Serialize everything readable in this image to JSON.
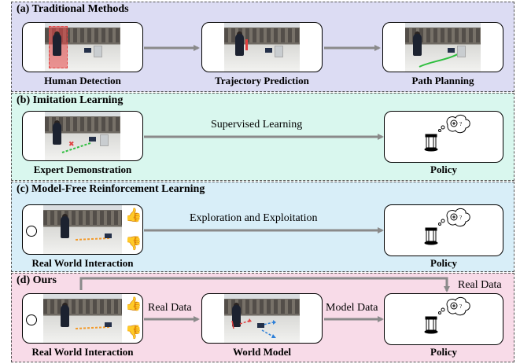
{
  "panels": {
    "a": {
      "title": "(a) Traditional Methods",
      "labels": [
        "Human Detection",
        "Trajectory Prediction",
        "Path Planning"
      ]
    },
    "b": {
      "title": "(b) Imitation Learning",
      "left_label": "Expert Demonstration",
      "edge_label": "Supervised Learning",
      "right_label": "Policy"
    },
    "c": {
      "title": "(c) Model-Free Reinforcement Learning",
      "left_label": "Real World Interaction",
      "edge_label": "Exploration and Exploitation",
      "right_label": "Policy"
    },
    "d": {
      "title": "(d) Ours",
      "left_label": "Real World Interaction",
      "middle_label": "World Model",
      "right_label": "Policy",
      "edge1_label": "Real Data",
      "edge2_label": "Model Data",
      "top_edge_label": "Real Data"
    }
  },
  "icons": [
    "robot-icon",
    "thought-bubble-icon",
    "thumbs-up-icon",
    "thumbs-down-icon",
    "steering-wheel-icon",
    "arrow-icon"
  ],
  "colors": {
    "panel_a": "#dcdcf3",
    "panel_b": "#d9f7ee",
    "panel_c": "#d8eef8",
    "panel_d": "#f8dbe8",
    "arrow": "#8a8a8a",
    "detection_box": "#e04040",
    "expert_path": "#2fbf3f",
    "rl_path": "#f39a2a",
    "model_path": "#2c7fd8"
  }
}
